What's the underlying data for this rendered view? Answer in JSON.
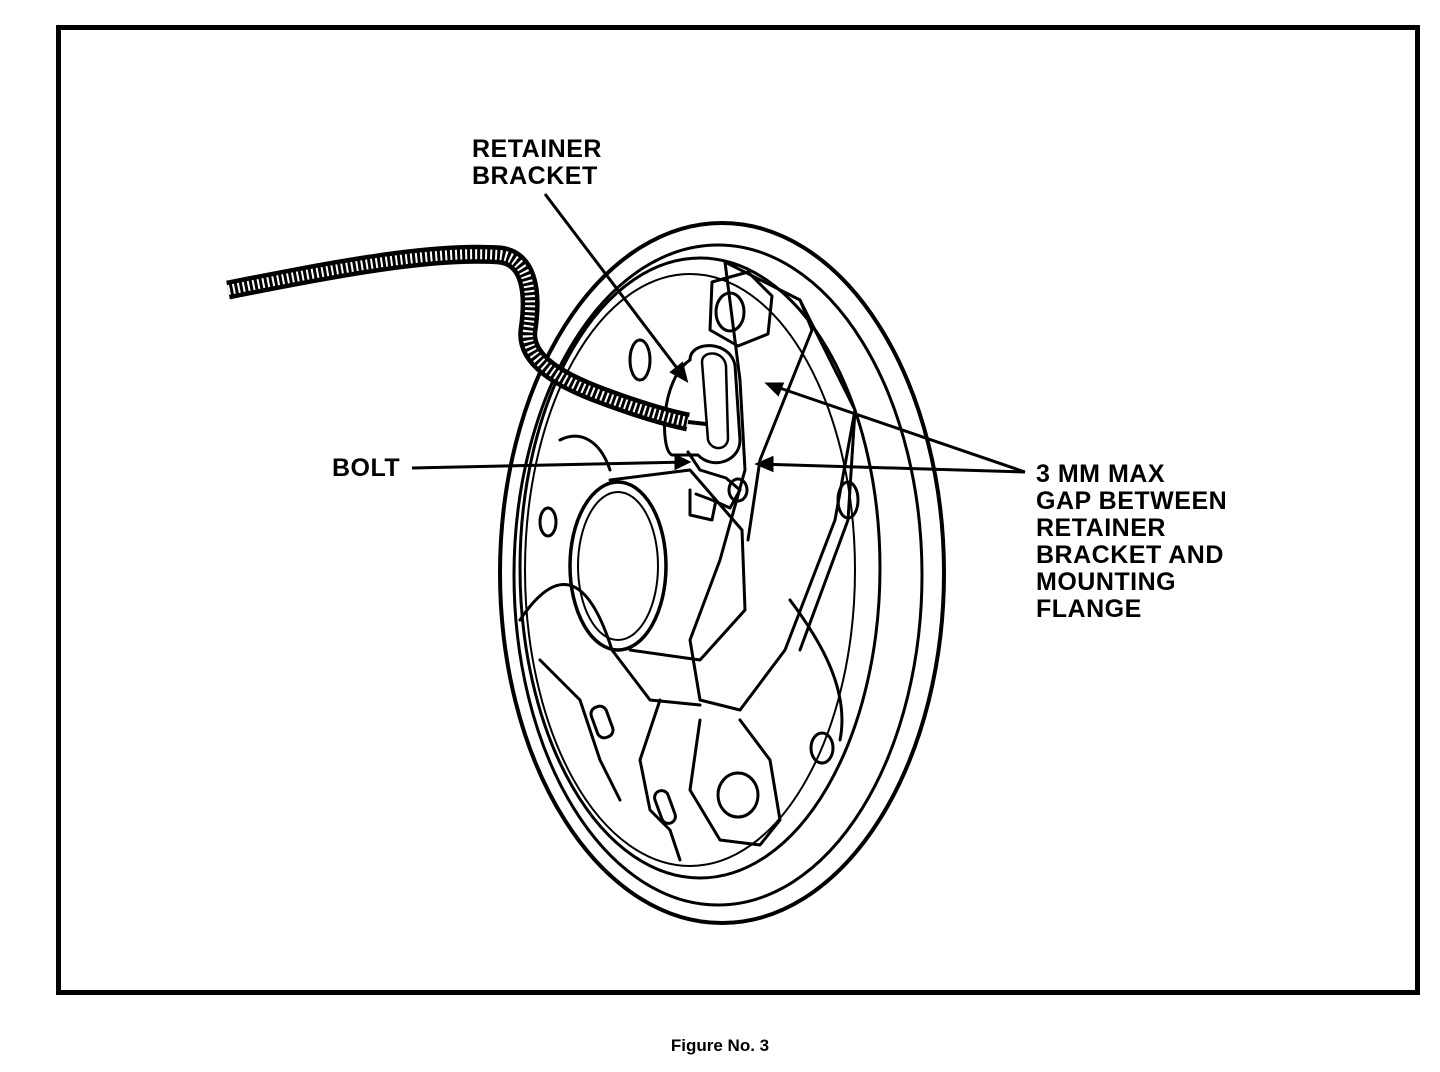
{
  "figure": {
    "caption": "Figure No. 3",
    "labels": {
      "retainer_bracket": "RETAINER\nBRACKET",
      "bolt": "BOLT",
      "gap_note": "3 MM MAX\nGAP BETWEEN\nRETAINER\nBRACKET AND\nMOUNTING\nFLANGE"
    }
  },
  "colors": {
    "ink": "#000000",
    "paper": "#ffffff"
  }
}
